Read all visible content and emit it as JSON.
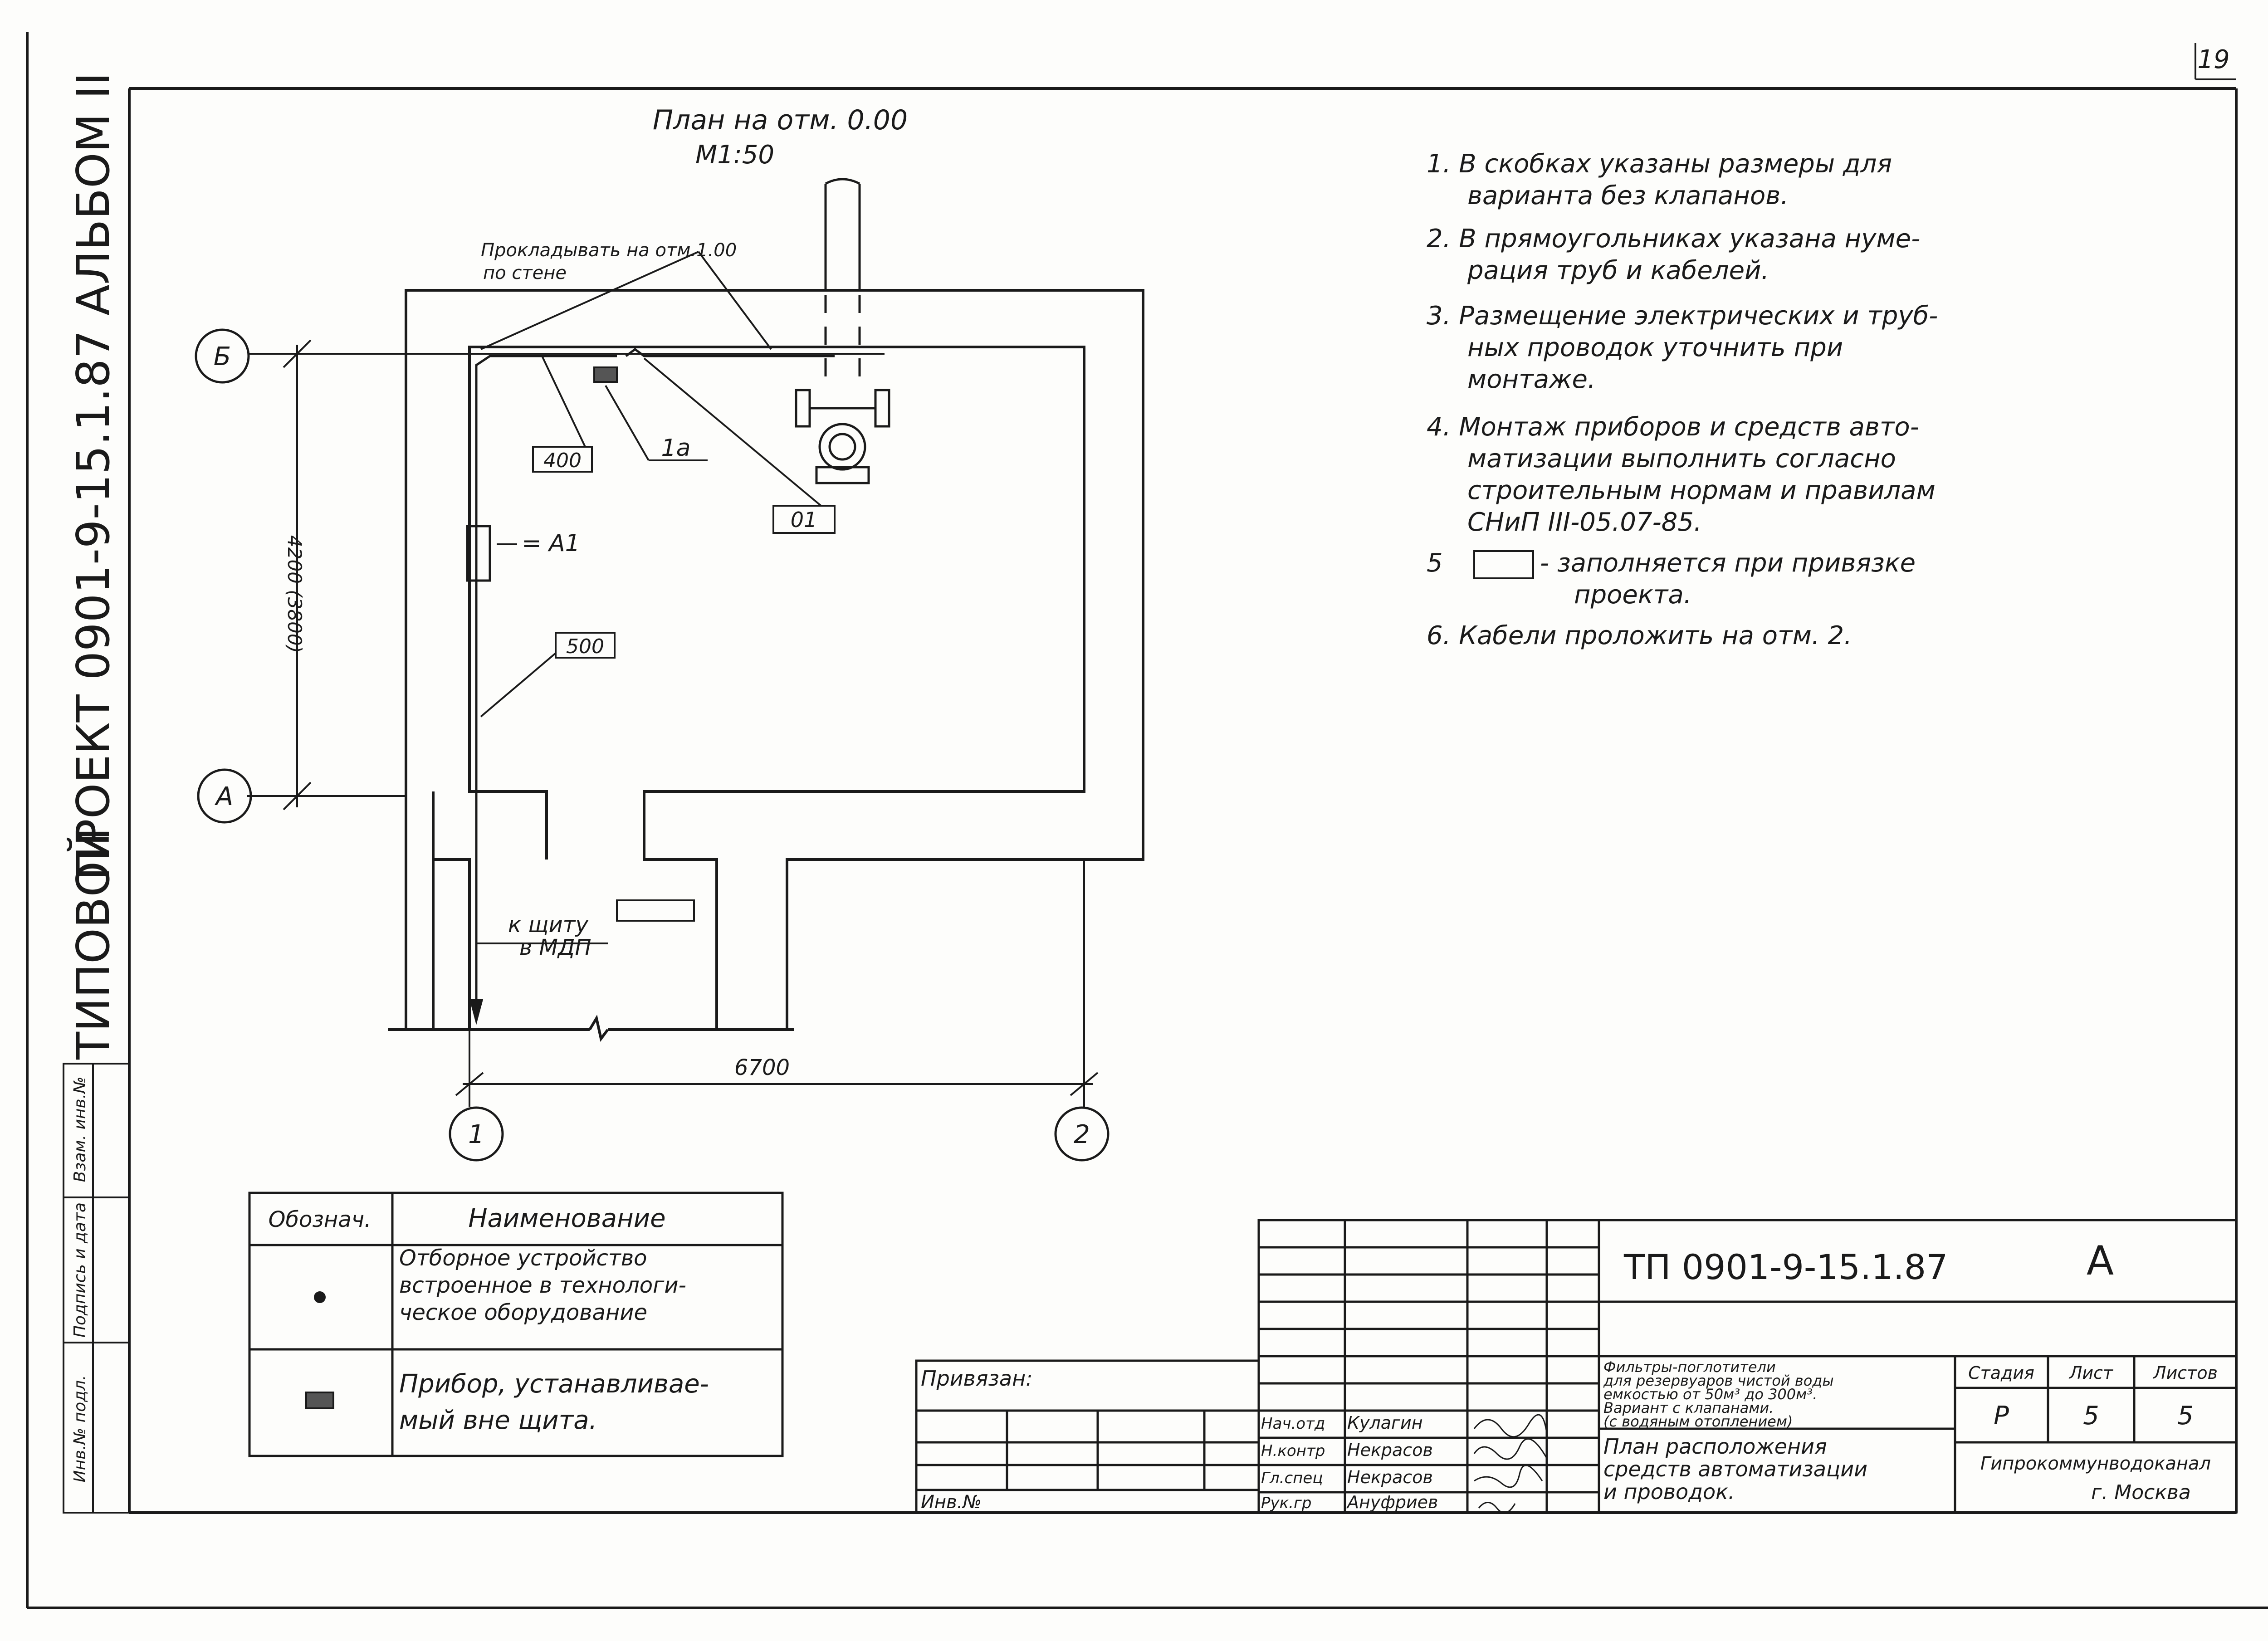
{
  "side_title": {
    "typical": "ТИПОВОЙ",
    "project": "ПРОЕКТ 0901-9-15.1.87 АЛЬБОМ II"
  },
  "sheet_number": "19",
  "plan": {
    "title": "План на отм. 0.00",
    "scale": "М1:50",
    "wall_note_line1": "Прокладывать на отм.1.00",
    "wall_note_line2": "по стене",
    "axis_b": "Б",
    "axis_a": "А",
    "axis_1": "1",
    "axis_2": "2",
    "dim_height": "4200 (3800)",
    "dim_width": "6700",
    "tag_400": "400",
    "tag_1a": "1а",
    "tag_01": "01",
    "tag_a1": "= А1",
    "tag_500": "500",
    "to_panel_line1": "к щиту",
    "to_panel_line2": "в МДП"
  },
  "notes": [
    [
      "1. В скобках указаны размеры для",
      "варианта без клапанов."
    ],
    [
      "2. В прямоугольниках указана нуме-",
      "рация труб и кабелей."
    ],
    [
      "3. Размещение электрических и труб-",
      "ных проводок уточнить при",
      "монтаже."
    ],
    [
      "4. Монтаж приборов и средств авто-",
      "матизации выполнить согласно",
      "строительным нормам и правилам",
      "СНиП III-05.07-85."
    ],
    [
      "5",
      "- заполняется при привязке",
      "проекта."
    ],
    [
      "6. Кабели проложить на отм. 2."
    ]
  ],
  "legend": {
    "col1": "Обознач.",
    "col2": "Наименование",
    "row1": [
      "Отборное устройство",
      "встроенное в технологи-",
      "ческое оборудование"
    ],
    "row2": [
      "Прибор, устанавливае-",
      "мый вне щита."
    ]
  },
  "left_stamp": {
    "cells": [
      "Инв.№ подл.",
      "Подпись и дата",
      "Взам. инв.№"
    ]
  },
  "title_block": {
    "code": "ТП 0901-9-15.1.87",
    "format": "А",
    "privyazan": "Привязан:",
    "inv": "Инв.№",
    "description": [
      "Фильтры-поглотители",
      "для резервуаров чистой воды",
      "емкостью от 50м³ до 300м³.",
      "Вариант с клапанами.",
      "(с водяным отоплением)"
    ],
    "sheet_title": [
      "План расположения",
      "средств автоматизации",
      "и проводок."
    ],
    "stage_label": "Стадия",
    "sheet_label": "Лист",
    "sheets_label": "Листов",
    "stage": "Р",
    "sheet": "5",
    "sheets": "5",
    "org_line1": "Гипрокоммунводоканал",
    "org_line2": "г. Москва",
    "roles": [
      {
        "role": "Нач.отд",
        "name": "Кулагин"
      },
      {
        "role": "Н.контр",
        "name": "Некрасов"
      },
      {
        "role": "Гл.спец",
        "name": "Некрасов"
      },
      {
        "role": "Рук.гр",
        "name": "Ануфриев"
      }
    ]
  }
}
